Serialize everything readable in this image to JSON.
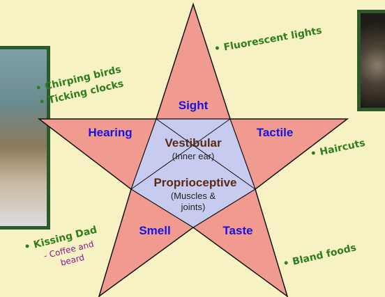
{
  "star": {
    "points": {
      "top": "Sight",
      "left": "Hearing",
      "right": "Tactile",
      "bottom_left": "Smell",
      "bottom_right": "Taste"
    },
    "center": {
      "title1": "Vestibular",
      "sub1": "(Inner ear)",
      "title2": "Proprioceptive",
      "sub2a": "(Muscles &",
      "sub2b": "joints)"
    }
  },
  "notes": {
    "top_right": "• Fluorescent lights",
    "top_left_1": "• Chirping birds",
    "top_left_2": "• Ticking clocks",
    "right": "• Haircuts",
    "bottom_left": "• Kissing Dad",
    "bottom_left_sub1": "- Coffee and",
    "bottom_left_sub2": "beard",
    "bottom_right": "• Bland foods"
  },
  "colors": {
    "background": "#f7f2c4",
    "star_fill": "#f19a8f",
    "pentagon_fill": "#c6cbef",
    "sense_label": "#1414e0",
    "inner_label": "#5a2a12",
    "note_text": "#2e7d1f",
    "note_sub": "#8a1a8a"
  }
}
